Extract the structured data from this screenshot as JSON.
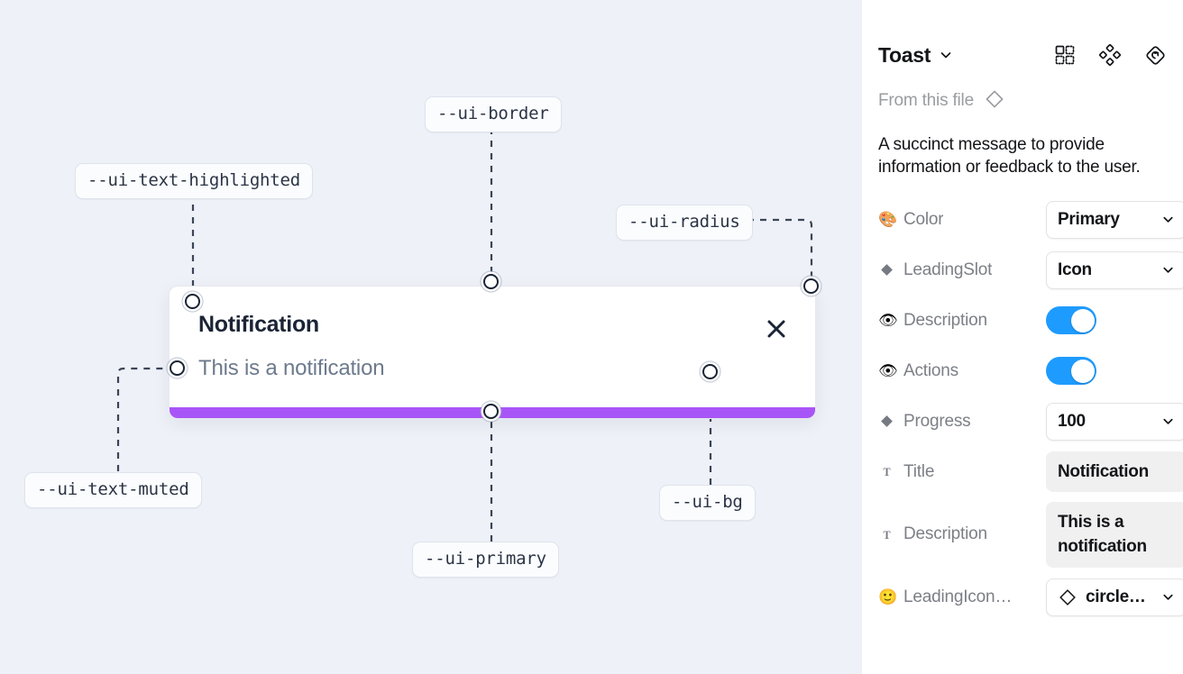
{
  "canvas": {
    "background_color": "#eef1f7",
    "tokens": [
      {
        "id": "ui-text-highlighted",
        "label": "--ui-text-highlighted"
      },
      {
        "id": "ui-border",
        "label": "--ui-border"
      },
      {
        "id": "ui-radius",
        "label": "--ui-radius"
      },
      {
        "id": "ui-text-muted",
        "label": "--ui-text-muted"
      },
      {
        "id": "ui-primary",
        "label": "--ui-primary"
      },
      {
        "id": "ui-bg",
        "label": "--ui-bg"
      }
    ],
    "toast": {
      "title": "Notification",
      "description": "This is a notification",
      "close_icon": "close-icon",
      "progress_color": "#a855f7",
      "card_background": "#ffffff",
      "border_color": "#e6e9ef"
    }
  },
  "panel": {
    "title": "Toast",
    "title_chevron_icon": "chevron-down-icon",
    "header_icons": [
      {
        "name": "component-grid-icon"
      },
      {
        "name": "variants-diamond-icon"
      },
      {
        "name": "reset-instance-icon"
      }
    ],
    "from_this_file": {
      "label": "From this file",
      "icon": "diamond-outline-icon"
    },
    "description": "A succinct message to provide information or feedback to the user.",
    "accent_color": "#1e9bff",
    "properties": [
      {
        "id": "color",
        "icon": "palette-emoji-icon",
        "icon_glyph": "🎨",
        "label": "Color",
        "control": "select",
        "value": "Primary"
      },
      {
        "id": "leading-slot",
        "icon": "diamond-icon",
        "icon_glyph": "",
        "label": "LeadingSlot",
        "control": "select",
        "value": "Icon"
      },
      {
        "id": "description",
        "icon": "eye-emoji-icon",
        "icon_glyph": "👁",
        "label": "Description",
        "control": "toggle",
        "value": "on"
      },
      {
        "id": "actions",
        "icon": "eye-emoji-icon",
        "icon_glyph": "👁",
        "label": "Actions",
        "control": "toggle",
        "value": "on"
      },
      {
        "id": "progress",
        "icon": "diamond-icon",
        "icon_glyph": "",
        "label": "Progress",
        "control": "select",
        "value": "100"
      },
      {
        "id": "title",
        "icon": "text-type-icon",
        "icon_glyph": "",
        "label": "Title",
        "control": "text",
        "value": "Notification"
      },
      {
        "id": "desc-text",
        "icon": "text-type-icon",
        "icon_glyph": "",
        "label": "Description",
        "control": "text",
        "value": "This is a notification"
      },
      {
        "id": "leading-icon",
        "icon": "smiley-emoji-icon",
        "icon_glyph": "🙂",
        "label": "LeadingIcon…",
        "control": "select-icon",
        "value": "circle…"
      }
    ]
  }
}
